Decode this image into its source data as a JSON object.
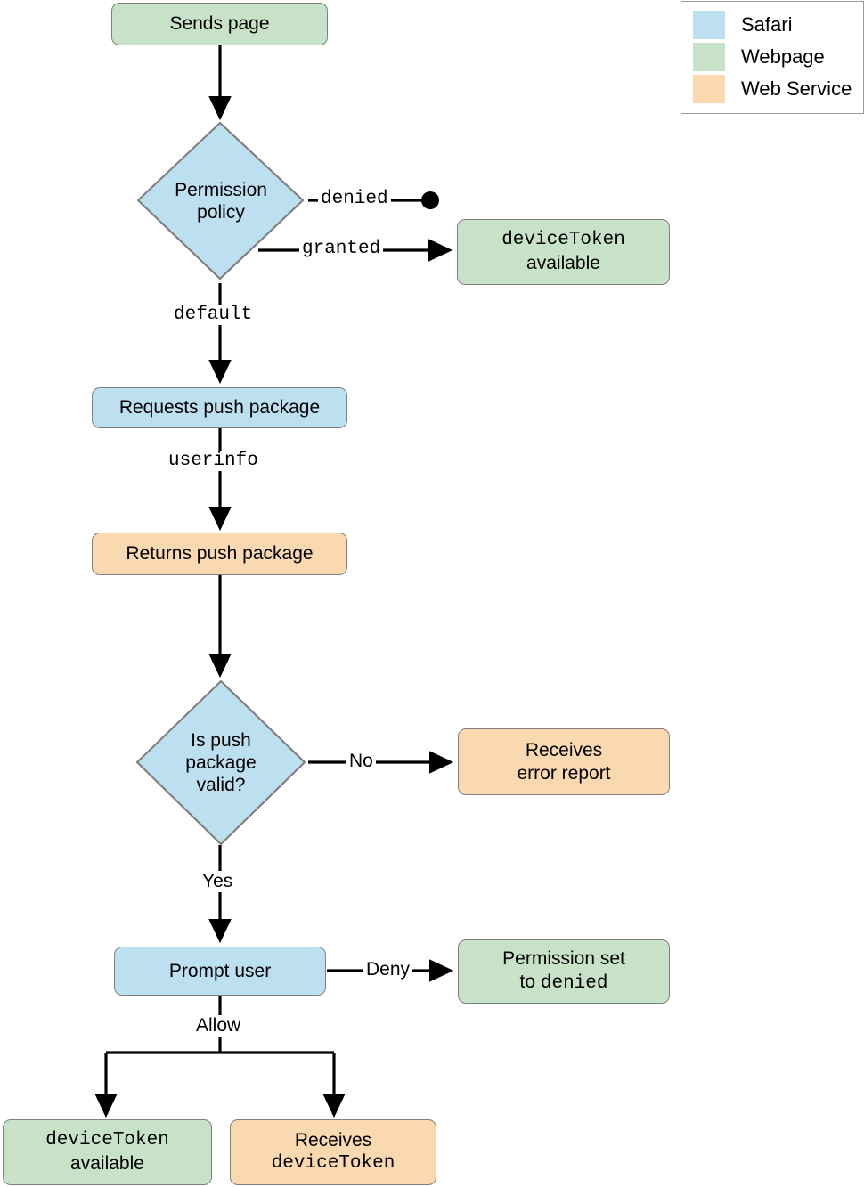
{
  "legend": {
    "items": [
      {
        "label": "Safari",
        "color": "#bde0f0",
        "swatch_name": "legend-swatch-safari"
      },
      {
        "label": "Webpage",
        "color": "#c8e2c8",
        "swatch_name": "legend-swatch-webpage"
      },
      {
        "label": "Web Service",
        "color": "#fbd9b0",
        "swatch_name": "legend-swatch-webservice"
      }
    ]
  },
  "colors": {
    "safari": "#bde0f0",
    "webpage": "#c8e2c8",
    "web_service": "#fbd9b0",
    "stroke": "#808080",
    "line": "#000000",
    "background": "#ffffff"
  },
  "nodes": {
    "sends_page": {
      "label": "Sends page",
      "category": "Webpage"
    },
    "permission_policy": {
      "label_line1": "Permission",
      "label_line2": "policy",
      "category": "Safari"
    },
    "device_token_available_top": {
      "label_line1": "deviceToken",
      "label_line2": "available",
      "category": "Webpage"
    },
    "requests_push_package": {
      "label": "Requests push package",
      "category": "Safari"
    },
    "returns_push_package": {
      "label": "Returns push package",
      "category": "Web Service"
    },
    "is_push_package_valid": {
      "label_line1": "Is push",
      "label_line2": "package",
      "label_line3": "valid?",
      "category": "Safari"
    },
    "receives_error_report": {
      "label_line1": "Receives",
      "label_line2": "error report",
      "category": "Web Service"
    },
    "prompt_user": {
      "label": "Prompt user",
      "category": "Safari"
    },
    "permission_set_denied": {
      "label_line1": "Permission set",
      "label_line2_prefix": "to ",
      "label_line2_mono": "denied",
      "category": "Webpage"
    },
    "device_token_available_bottom": {
      "label_line1": "deviceToken",
      "label_line2": "available",
      "category": "Webpage"
    },
    "receives_device_token": {
      "label_line1": "Receives",
      "label_line2": "deviceToken",
      "category": "Web Service"
    }
  },
  "edges": {
    "denied": "denied",
    "granted": "granted",
    "default": "default",
    "userinfo": "userinfo",
    "no": "No",
    "yes": "Yes",
    "deny": "Deny",
    "allow": "Allow"
  }
}
